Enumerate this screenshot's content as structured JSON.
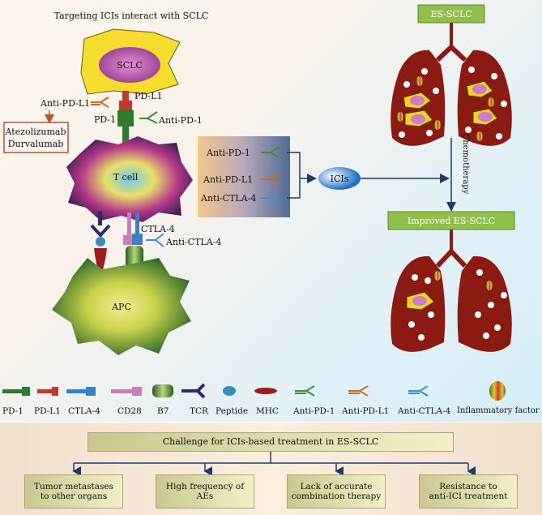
{
  "figure": {
    "title": "Targeting ICIs interact with SCLC",
    "sclc_label": "SCLC",
    "tcell_label": "T cell",
    "apc_label": "APC",
    "anti_pdl1_label": "Anti-PD-L1",
    "pdl1_label": "PD-L1",
    "pd1_label": "PD-1",
    "anti_pd1_label": "Anti-PD-1",
    "drugs": [
      "Atezolizumab",
      "Durvalumab"
    ],
    "ctla4_label": "CTLA-4",
    "anti_ctla4_label": "Anti-CTLA-4",
    "ici_box": [
      "Anti-PD-1",
      "Anti-PD-L1",
      "Anti-CTLA-4"
    ],
    "icis_label": "ICIs",
    "es_sclc": "ES-SCLC",
    "improved": "Improved ES-SCLC",
    "chemotherapy": "Chemotherapy"
  },
  "legend": [
    {
      "label": "PD-1",
      "icon": "pd1-icon"
    },
    {
      "label": "PD-L1",
      "icon": "pdl1-icon"
    },
    {
      "label": "CTLA-4",
      "icon": "ctla4-icon"
    },
    {
      "label": "CD28",
      "icon": "cd28-icon"
    },
    {
      "label": "B7",
      "icon": "b7-icon"
    },
    {
      "label": "TCR",
      "icon": "tcr-icon"
    },
    {
      "label": "Peptide",
      "icon": "peptide-icon"
    },
    {
      "label": "MHC",
      "icon": "mhc-icon"
    },
    {
      "label": "Anti-PD-1",
      "icon": "anti-pd1-icon"
    },
    {
      "label": "Anti-PD-L1",
      "icon": "anti-pdl1-icon"
    },
    {
      "label": "Anti-CTLA-4",
      "icon": "anti-ctla4-icon"
    },
    {
      "label": "Inflammatory factor",
      "icon": "inflammatory-factor-icon"
    }
  ],
  "challenge": {
    "title": "Challenge for ICIs-based treatment in ES-SCLC",
    "items": [
      "Tumor metastases\nto other organs",
      "High frequency of\nAEs",
      "Lack of accurate\ncombination therapy",
      "Resistance to\nanti-ICI treatment"
    ]
  },
  "colors": {
    "pd1": "#2f7a2f",
    "pdl1": "#c0392b",
    "ctla4": "#3a7fc9",
    "cd28": "#c77fb8",
    "antibody_pd1": "#3b8f3b",
    "antibody_pdl1": "#d2691e",
    "antibody_ctla4": "#3b8fd9",
    "lung": "#8b1a12",
    "label_box": "#a8c85a"
  }
}
